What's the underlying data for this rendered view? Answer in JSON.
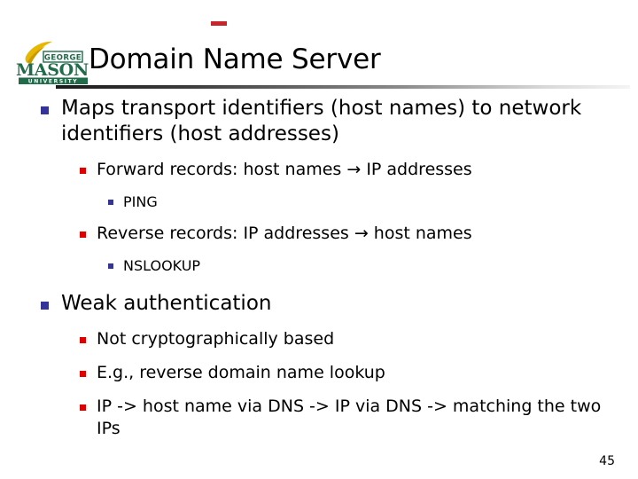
{
  "slide": {
    "title": "Domain Name Server",
    "page_number": "45",
    "accent_colors": {
      "red_dash": "#C9242B",
      "level1_bullet": "#333399",
      "level2_bullet": "#E00000",
      "level3_bullet": "#333399",
      "logo_green": "#1F6B4A",
      "logo_gold": "#E8B800"
    },
    "logo": {
      "word_top": "GEORGE",
      "word_main": "MASON",
      "word_bottom": "UNIVERSITY"
    },
    "bullets": [
      {
        "level": 1,
        "text": "Maps transport identifiers (host names) to network identifiers (host addresses)"
      },
      {
        "level": 2,
        "text": "Forward records: host names → IP addresses"
      },
      {
        "level": 3,
        "text": "PING"
      },
      {
        "level": 2,
        "text": "Reverse records: IP addresses → host names"
      },
      {
        "level": 3,
        "text": "NSLOOKUP"
      },
      {
        "level": 1,
        "text": "Weak authentication"
      },
      {
        "level": 2,
        "text": "Not cryptographically based"
      },
      {
        "level": 2,
        "text": "E.g., reverse domain name lookup"
      },
      {
        "level": 2,
        "text": "IP -> host name via DNS -> IP via DNS -> matching the two IPs"
      }
    ]
  }
}
